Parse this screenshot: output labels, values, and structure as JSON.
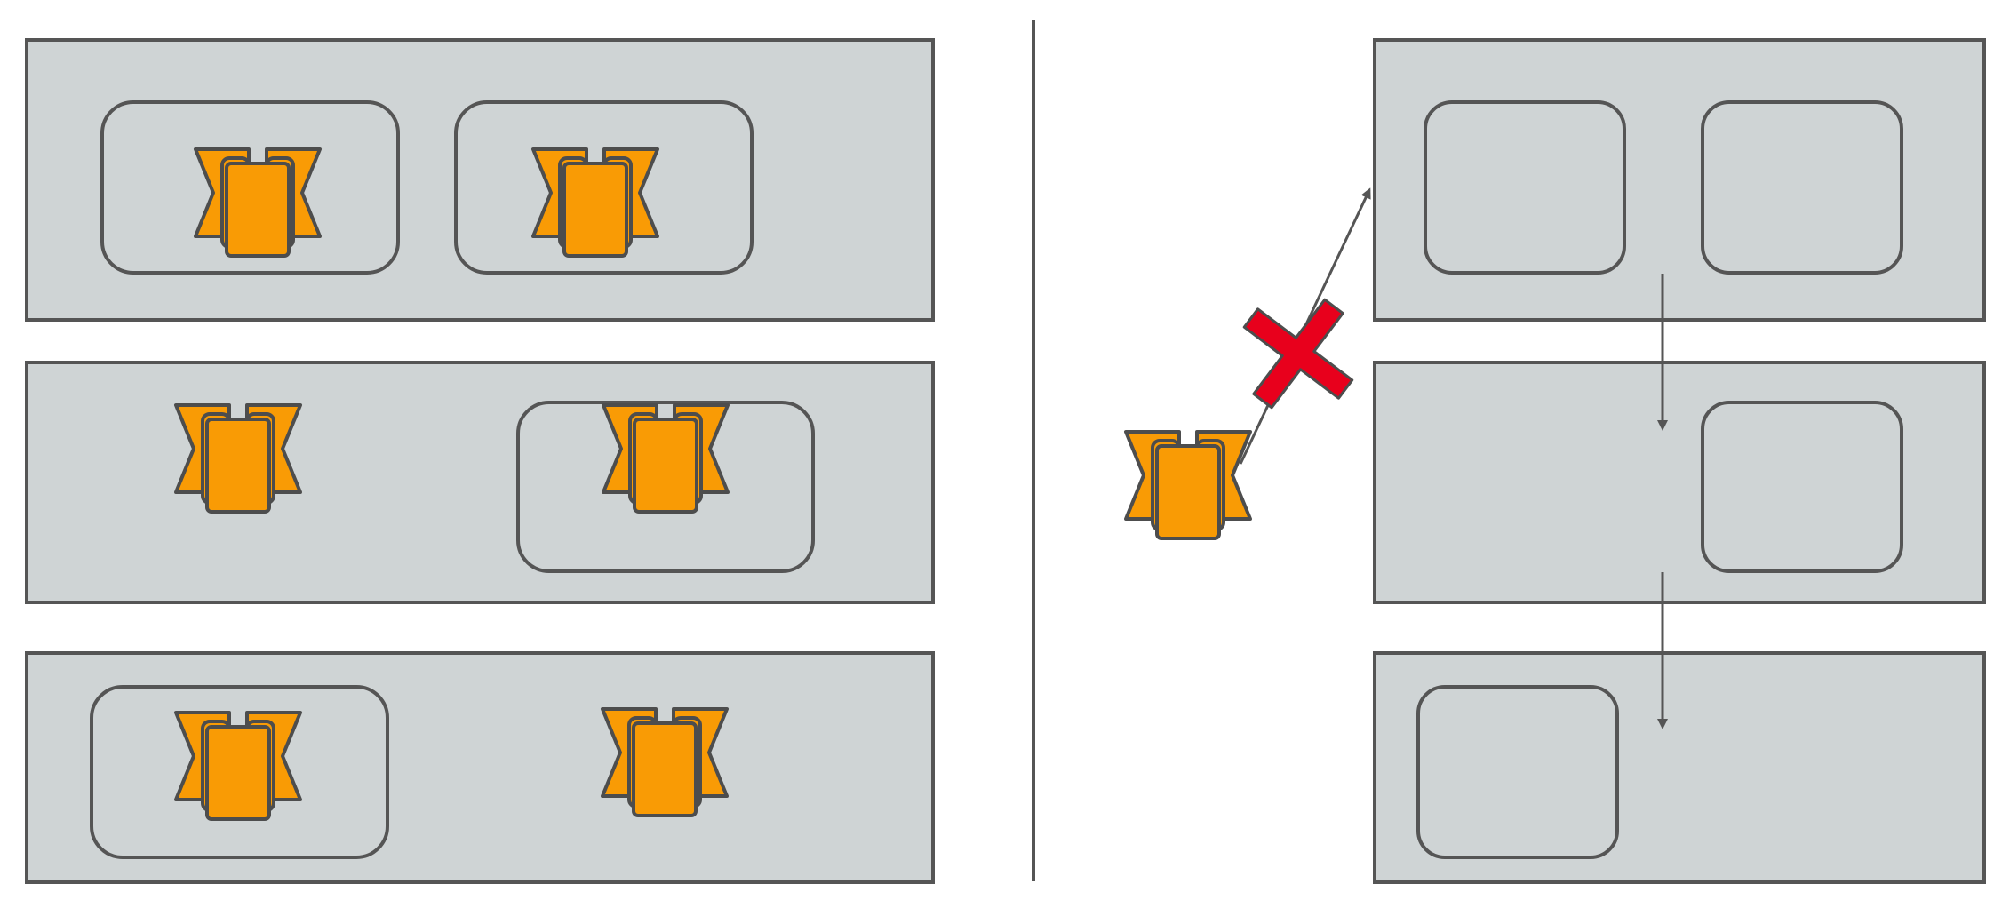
{
  "diagram": {
    "colors": {
      "background": "#ffffff",
      "panel_fill": "#cfd4d5",
      "stroke": "#555555",
      "widget_fill": "#f99b05",
      "widget_stroke": "#4d4d4d",
      "blocked_mark": "#e8001c",
      "divider": "#555555"
    },
    "left_side": {
      "rows": [
        {
          "groups": [
            "boxed-widget",
            "boxed-widget"
          ]
        },
        {
          "groups": [
            "loose-widget",
            "boxed-widget"
          ]
        },
        {
          "groups": [
            "boxed-widget",
            "loose-widget"
          ]
        }
      ]
    },
    "right_side": {
      "rows": [
        {
          "slots": [
            "empty-box",
            "empty-box"
          ]
        },
        {
          "slots": [
            "empty-box"
          ]
        },
        {
          "slots": [
            "empty-box"
          ]
        }
      ],
      "incoming_widget": "widget-icon",
      "incoming_result": "blocked-x-icon",
      "flow_arrows": [
        "arrow-down",
        "arrow-down"
      ]
    }
  }
}
